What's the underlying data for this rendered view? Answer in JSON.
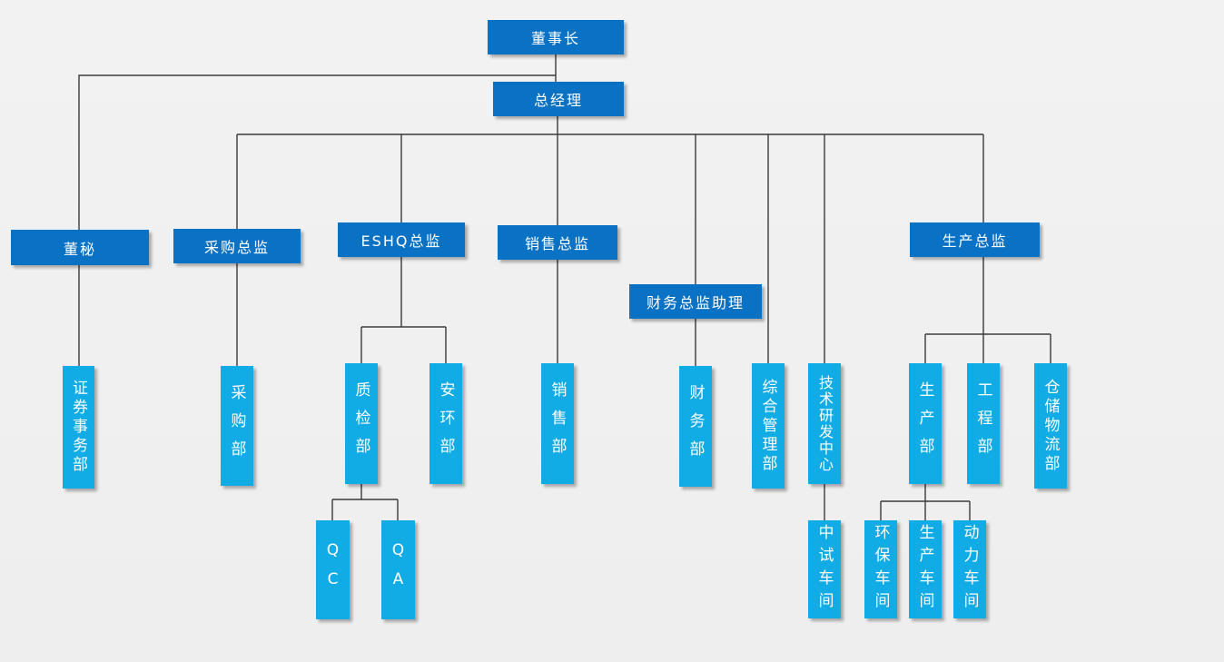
{
  "org": {
    "colors": {
      "executive_box": "#0a72c5",
      "department_box": "#11abe5",
      "connector_line": "#3a3a3a",
      "background": "#f0f0f0",
      "text": "#ffffff"
    },
    "nodes": {
      "chairman": {
        "label": "董事长"
      },
      "general_manager": {
        "label": "总经理"
      },
      "board_secretary": {
        "label": "董秘"
      },
      "purchasing_director": {
        "label": "采购总监"
      },
      "eshq_director": {
        "label": "ESHQ总监"
      },
      "sales_director": {
        "label": "销售总监"
      },
      "finance_director_assistant": {
        "label": "财务总监助理"
      },
      "production_director": {
        "label": "生产总监"
      },
      "securities_affairs_dept": {
        "label": "证券事务部"
      },
      "purchasing_dept": {
        "label": "采购部"
      },
      "quality_inspection_dept": {
        "label": "质检部"
      },
      "safety_environment_dept": {
        "label": "安环部"
      },
      "sales_dept": {
        "label": "销售部"
      },
      "finance_dept": {
        "label": "财务部"
      },
      "general_management_dept": {
        "label": "综合管理部"
      },
      "rd_center": {
        "label": "技术研发中心"
      },
      "production_dept": {
        "label": "生产部"
      },
      "engineering_dept": {
        "label": "工程部"
      },
      "warehouse_logistics_dept": {
        "label": "仓储物流部"
      },
      "qc_team": {
        "label": "QC"
      },
      "qa_team": {
        "label": "QA"
      },
      "pilot_workshop": {
        "label": "中试车间"
      },
      "environment_workshop": {
        "label": "环保车间"
      },
      "production_workshop": {
        "label": "生产车间"
      },
      "power_workshop": {
        "label": "动力车间"
      }
    },
    "edges": [
      [
        "chairman",
        "general_manager"
      ],
      [
        "chairman",
        "board_secretary"
      ],
      [
        "board_secretary",
        "securities_affairs_dept"
      ],
      [
        "general_manager",
        "purchasing_director"
      ],
      [
        "general_manager",
        "eshq_director"
      ],
      [
        "general_manager",
        "sales_director"
      ],
      [
        "general_manager",
        "finance_director_assistant"
      ],
      [
        "general_manager",
        "general_management_dept"
      ],
      [
        "general_manager",
        "rd_center"
      ],
      [
        "general_manager",
        "production_director"
      ],
      [
        "purchasing_director",
        "purchasing_dept"
      ],
      [
        "eshq_director",
        "quality_inspection_dept"
      ],
      [
        "eshq_director",
        "safety_environment_dept"
      ],
      [
        "quality_inspection_dept",
        "qc_team"
      ],
      [
        "quality_inspection_dept",
        "qa_team"
      ],
      [
        "sales_director",
        "sales_dept"
      ],
      [
        "finance_director_assistant",
        "finance_dept"
      ],
      [
        "rd_center",
        "pilot_workshop"
      ],
      [
        "production_director",
        "production_dept"
      ],
      [
        "production_director",
        "engineering_dept"
      ],
      [
        "production_director",
        "warehouse_logistics_dept"
      ],
      [
        "production_dept",
        "environment_workshop"
      ],
      [
        "production_dept",
        "production_workshop"
      ],
      [
        "production_dept",
        "power_workshop"
      ]
    ]
  }
}
